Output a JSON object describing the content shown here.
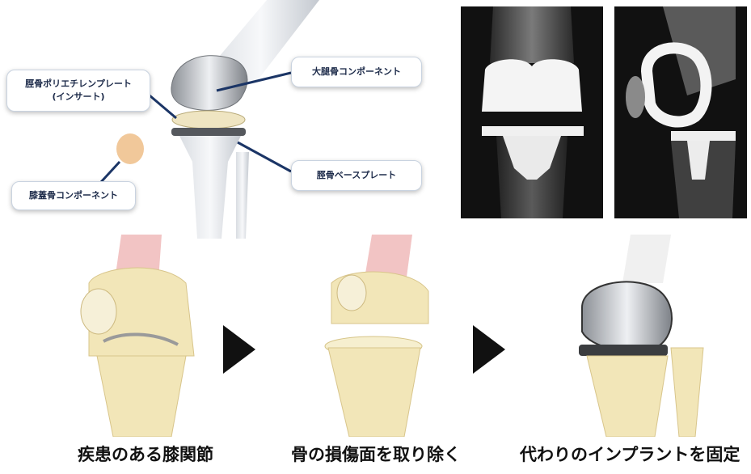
{
  "diagram_labels": {
    "tibial_insert": "脛骨ポリエチレンプレート\n(インサート)",
    "femoral_component": "大腿骨コンポーネント",
    "patellar_component": "膝蓋骨コンポーネント",
    "tibial_baseplate": "脛骨ベースプレート"
  },
  "steps": [
    {
      "caption": "疾患のある膝関節"
    },
    {
      "caption": "骨の損傷面を取り除く"
    },
    {
      "caption": "代わりのインプラントを固定"
    }
  ],
  "colors": {
    "bone": "#f2e6b8",
    "leader_line": "#1b3566",
    "implant_metal": "#b9bcc2",
    "xray_background": "#111111"
  },
  "icons": [
    "step-arrow-icon",
    "step-arrow-icon"
  ]
}
